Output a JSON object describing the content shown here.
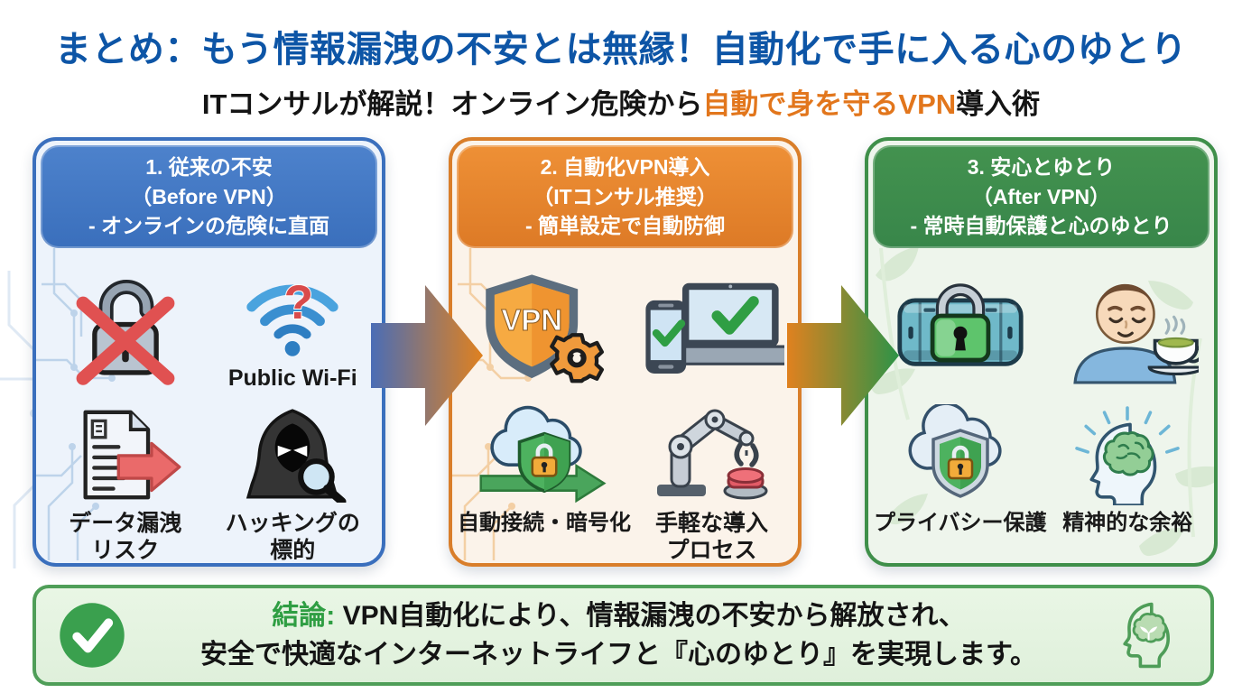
{
  "header": {
    "title": "まとめ：もう情報漏洩の不安とは無縁！自動化で手に入る心のゆとり",
    "subtitle_prefix": "ITコンサルが解説！オンライン危険から",
    "subtitle_highlight": "自動で身を守るVPN",
    "subtitle_suffix": "導入術"
  },
  "panels": [
    {
      "header": {
        "line1": "1. 従来の不安",
        "line2": "（Before VPN）",
        "line3": "- オンラインの危険に直面"
      },
      "items": [
        {
          "icon": "broken-lock-icon",
          "label": ""
        },
        {
          "icon": "public-wifi-icon",
          "label": "Public Wi-Fi"
        },
        {
          "icon": "data-leak-icon",
          "label": "データ漏洩\nリスク"
        },
        {
          "icon": "hacker-icon",
          "label": "ハッキングの\n標的"
        }
      ]
    },
    {
      "header": {
        "line1": "2. 自動化VPN導入",
        "line2": "（ITコンサル推奨）",
        "line3": "- 簡単設定で自動防御"
      },
      "items": [
        {
          "icon": "vpn-shield-gear-icon",
          "label": ""
        },
        {
          "icon": "devices-check-icon",
          "label": ""
        },
        {
          "icon": "cloud-shield-arrow-icon",
          "label": "自動接続・暗号化"
        },
        {
          "icon": "robot-arm-button-icon",
          "label": "手軽な導入\nプロセス"
        }
      ]
    },
    {
      "header": {
        "line1": "3. 安心とゆとり",
        "line2": "（After VPN）",
        "line3": "- 常時自動保護と心のゆとり"
      },
      "items": [
        {
          "icon": "secure-data-lock-icon",
          "label": ""
        },
        {
          "icon": "relaxed-person-tea-icon",
          "label": ""
        },
        {
          "icon": "cloud-privacy-shield-icon",
          "label": "プライバシー保護"
        },
        {
          "icon": "calm-mind-brain-icon",
          "label": "精神的な余裕"
        }
      ]
    }
  ],
  "labels": {
    "vpn_shield": "VPN"
  },
  "conclusion": {
    "prefix": "結論:",
    "line1_rest": " VPN自動化により、情報漏洩の不安から解放され、",
    "line2": "安全で快適なインターネットライフと『心のゆとり』を実現します。"
  },
  "colors": {
    "title": "#0d55a6",
    "subtitle_highlight": "#e2761c",
    "panel1_accent": "#3a6fbd",
    "panel1_bg": "#edf3fb",
    "panel2_accent": "#dd7a26",
    "panel2_bg": "#fbf3ea",
    "panel3_accent": "#3f8f4a",
    "panel3_bg": "#eef5ec",
    "arrow1_from": "#4a6db6",
    "arrow1_to": "#e0811f",
    "arrow2_from": "#e0811f",
    "arrow2_to": "#2d9347",
    "conclusion_border": "#4f9e58",
    "conclusion_bg": "#e3f2df",
    "conclusion_accent": "#2f9e43",
    "check_green": "#3aa04e"
  }
}
